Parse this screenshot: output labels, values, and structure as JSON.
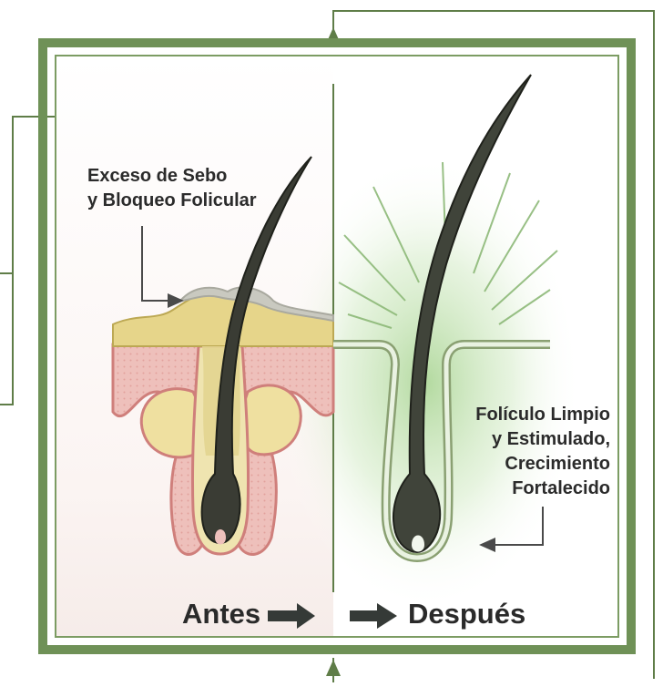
{
  "labels": {
    "before_line1": "Exceso de Sebo",
    "before_line2": "y Bloqueo Folicular",
    "after_line1": "Folículo Limpio",
    "after_line2": "y Estimulado,",
    "after_line3": "Crecimiento",
    "after_line4": "Fortalecido",
    "antes": "Antes",
    "despues": "Después"
  },
  "colors": {
    "frame": "#6f9157",
    "hair": "#3a3c34",
    "skin_pink": "#e8a7a2",
    "sebum": "#e6d58a",
    "glow": "#a6d38f",
    "arrow_dark": "#353a37"
  }
}
